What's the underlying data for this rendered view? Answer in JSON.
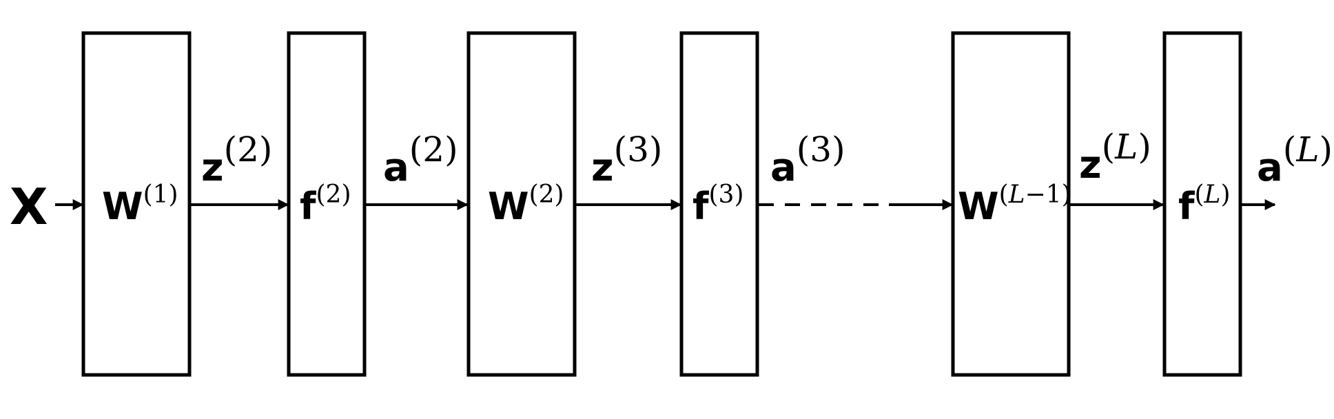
{
  "input": {
    "symbol": "X"
  },
  "blocks": [
    {
      "base": "W",
      "sup": "(1)"
    },
    {
      "base": "f",
      "sup": "(2)"
    },
    {
      "base": "W",
      "sup": "(2)"
    },
    {
      "base": "f",
      "sup": "(3)"
    },
    {
      "base": "W",
      "sup_open": "(",
      "sup_italic": "L",
      "sup_rest": "−1)"
    },
    {
      "base": "f",
      "sup_open": "(",
      "sup_italic": "L",
      "sup_close": ")"
    }
  ],
  "signals": [
    {
      "base": "z",
      "sup": "(2)"
    },
    {
      "base": "a",
      "sup": "(2)"
    },
    {
      "base": "z",
      "sup": "(3)"
    },
    {
      "base": "a",
      "sup": "(3)"
    },
    {
      "base": "z",
      "sup_open": "(",
      "sup_italic": "L",
      "sup_close": ")"
    },
    {
      "base": "a",
      "sup_open": "(",
      "sup_italic": "L",
      "sup_close": ")"
    }
  ]
}
